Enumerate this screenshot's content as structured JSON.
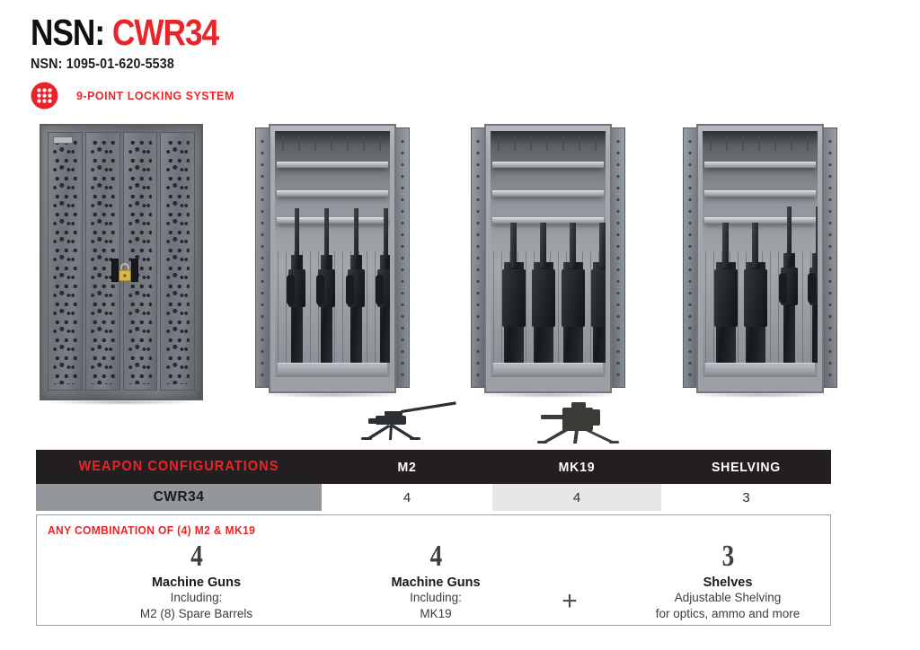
{
  "header": {
    "title_prefix": "NSN:",
    "model": "CWR34",
    "nsn_line": "NSN: 1095-01-620-5538",
    "lock_icon": "nine-point-lock-icon",
    "lock_label": "9-POINT LOCKING SYSTEM",
    "accent_red": "#e8252a",
    "dark": "#231f20"
  },
  "cabinets": [
    {
      "name": "closed-cabinet",
      "alt": "CWR34 closed perforated double-door weapon rack"
    },
    {
      "name": "cabinet-m2",
      "alt": "CWR34 open cabinet with 4 M2 machine guns and 3 shelves"
    },
    {
      "name": "cabinet-mk19",
      "alt": "CWR34 open cabinet with 4 MK19 machine guns and 3 shelves"
    },
    {
      "name": "cabinet-mixed",
      "alt": "CWR34 open cabinet with mixed M2 and MK19 configuration"
    }
  ],
  "weapon_icons": [
    {
      "name": "m2-weapon-icon",
      "label": "M2"
    },
    {
      "name": "mk19-weapon-icon",
      "label": "MK19"
    },
    {
      "name": "shelving-icon",
      "label": "SHELVING"
    }
  ],
  "table": {
    "headers": {
      "label": "WEAPON CONFIGURATIONS",
      "m2": "M2",
      "mk19": "MK19",
      "shelving": "SHELVING"
    },
    "rows": [
      {
        "name": "CWR34",
        "m2": "4",
        "mk19": "4",
        "shelving": "3"
      }
    ]
  },
  "panel": {
    "title": "ANY COMBINATION OF (4) M2 & MK19",
    "plus": "+",
    "groups": [
      {
        "count": "4",
        "heading": "Machine Guns",
        "line1": "Including:",
        "line2": "M2 (8) Spare Barrels"
      },
      {
        "count": "4",
        "heading": "Machine Guns",
        "line1": "Including:",
        "line2": "MK19"
      },
      {
        "count": "3",
        "heading": "Shelves",
        "line1": "Adjustable Shelving",
        "line2": "for optics, ammo and more"
      }
    ]
  }
}
